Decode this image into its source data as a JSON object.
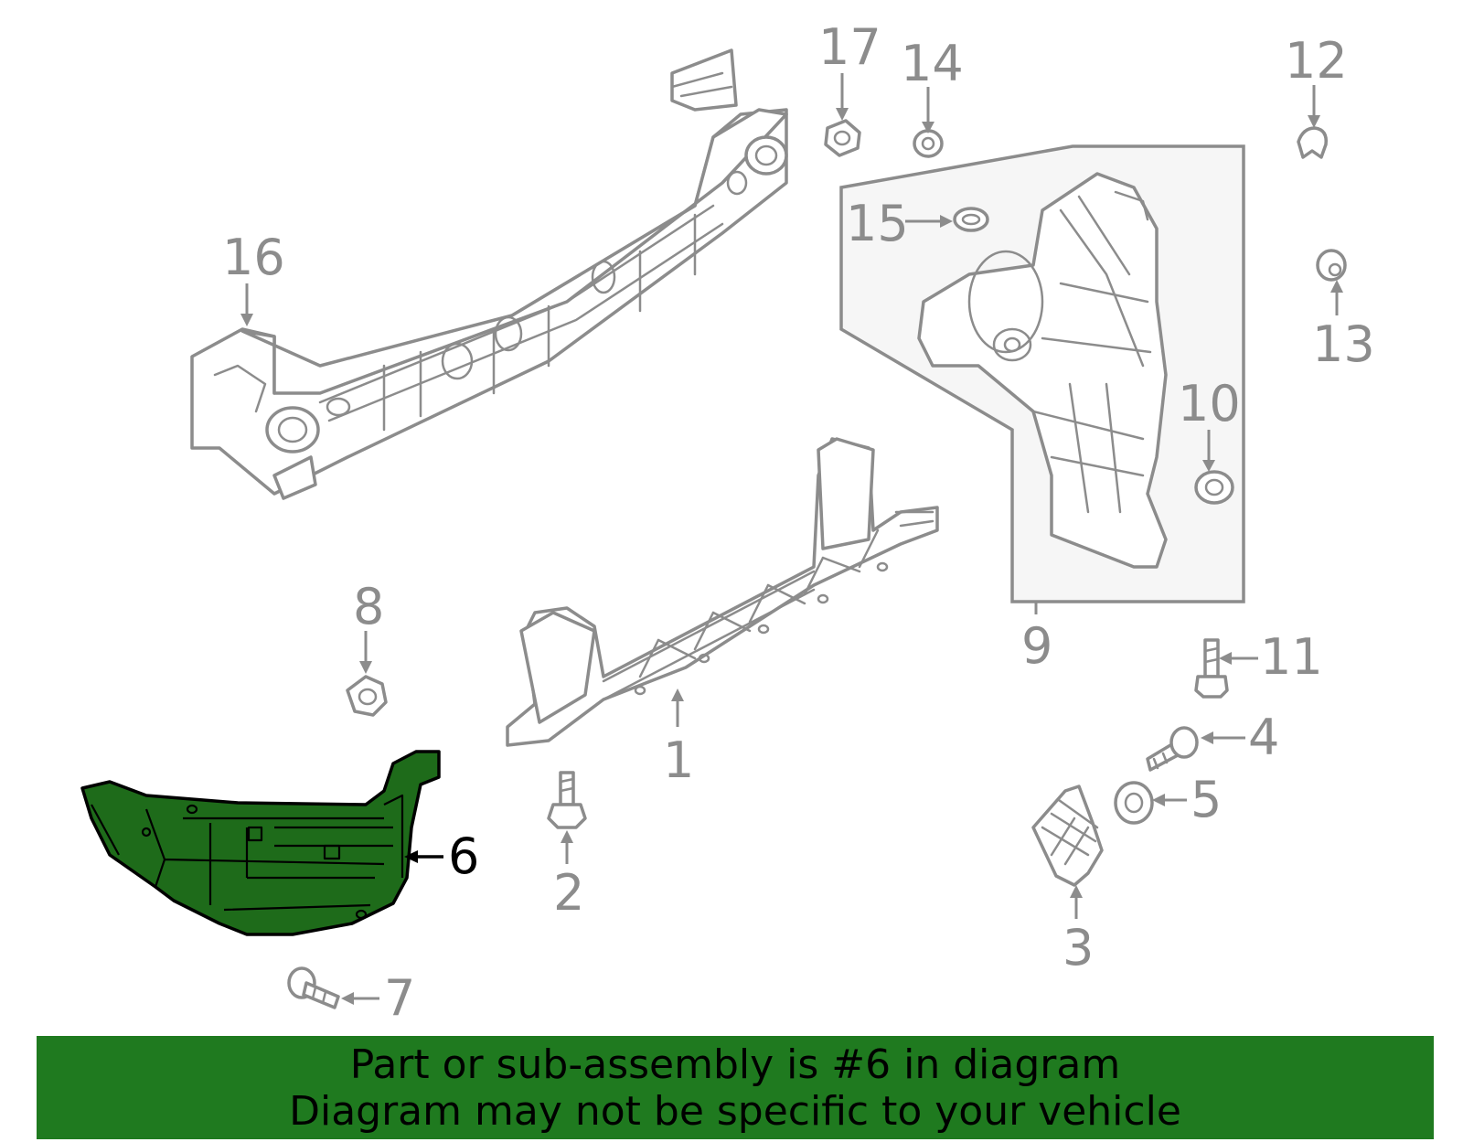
{
  "diagram": {
    "highlight_color": "#1e6b1a",
    "callouts": [
      {
        "id": "1",
        "text": "1"
      },
      {
        "id": "2",
        "text": "2"
      },
      {
        "id": "3",
        "text": "3"
      },
      {
        "id": "4",
        "text": "4"
      },
      {
        "id": "5",
        "text": "5"
      },
      {
        "id": "6",
        "text": "6",
        "highlighted": true
      },
      {
        "id": "7",
        "text": "7"
      },
      {
        "id": "8",
        "text": "8"
      },
      {
        "id": "9",
        "text": "9"
      },
      {
        "id": "10",
        "text": "10"
      },
      {
        "id": "11",
        "text": "11"
      },
      {
        "id": "12",
        "text": "12"
      },
      {
        "id": "13",
        "text": "13"
      },
      {
        "id": "14",
        "text": "14"
      },
      {
        "id": "15",
        "text": "15"
      },
      {
        "id": "16",
        "text": "16"
      },
      {
        "id": "17",
        "text": "17"
      }
    ]
  },
  "banner": {
    "line1": "Part or sub-assembly is #6 in diagram",
    "line2": "Diagram may not be specific to your vehicle",
    "background": "#1f7a1f"
  }
}
